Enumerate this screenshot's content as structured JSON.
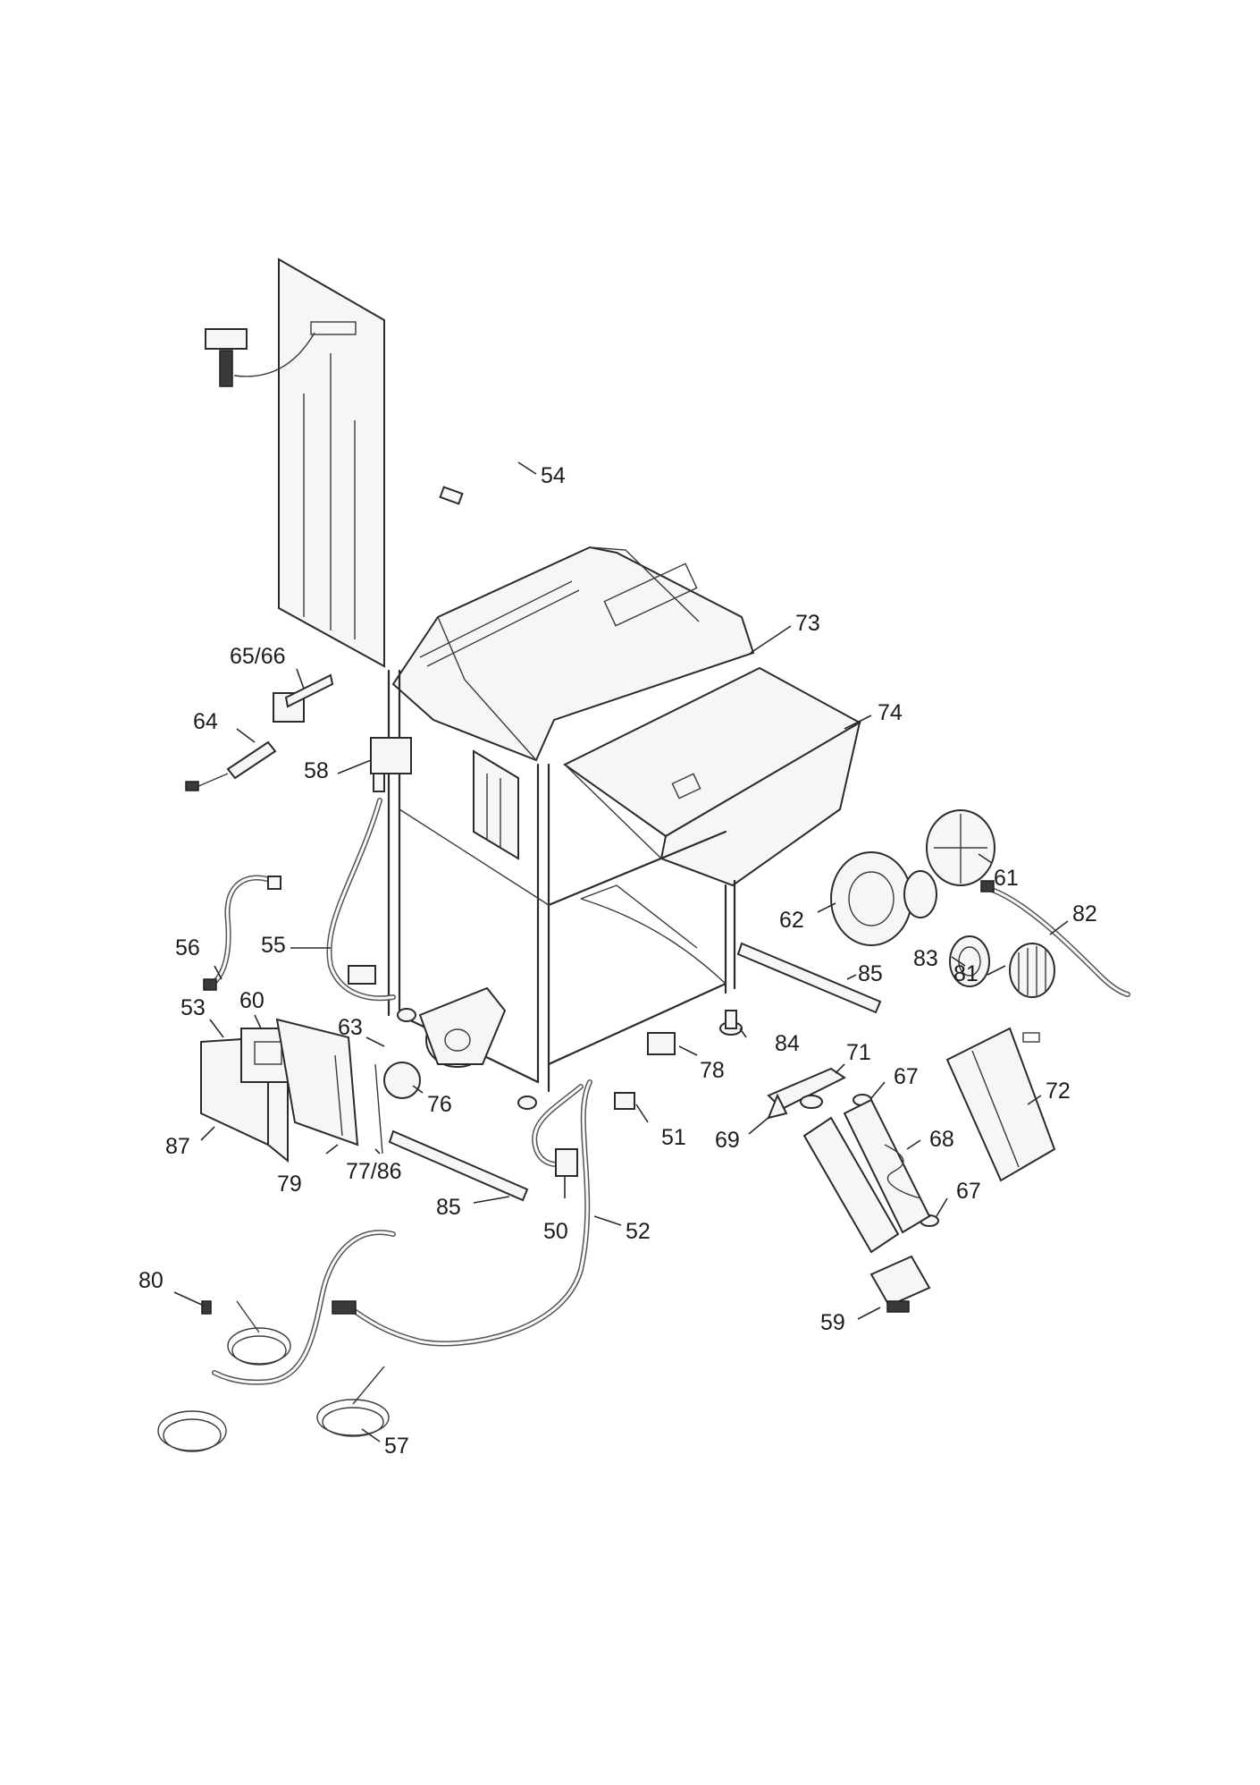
{
  "diagram": {
    "callouts": [
      {
        "id": "c54",
        "text": "54"
      },
      {
        "id": "c73",
        "text": "73"
      },
      {
        "id": "c6566",
        "text": "65/66"
      },
      {
        "id": "c74",
        "text": "74"
      },
      {
        "id": "c64",
        "text": "64"
      },
      {
        "id": "c58",
        "text": "58"
      },
      {
        "id": "c61",
        "text": "61"
      },
      {
        "id": "c82",
        "text": "82"
      },
      {
        "id": "c62",
        "text": "62"
      },
      {
        "id": "c56",
        "text": "56"
      },
      {
        "id": "c55",
        "text": "55"
      },
      {
        "id": "c83",
        "text": "83"
      },
      {
        "id": "c85a",
        "text": "85"
      },
      {
        "id": "c81",
        "text": "81"
      },
      {
        "id": "c53",
        "text": "53"
      },
      {
        "id": "c60",
        "text": "60"
      },
      {
        "id": "c63",
        "text": "63"
      },
      {
        "id": "c84",
        "text": "84"
      },
      {
        "id": "c71",
        "text": "71"
      },
      {
        "id": "c78",
        "text": "78"
      },
      {
        "id": "c67a",
        "text": "67"
      },
      {
        "id": "c72",
        "text": "72"
      },
      {
        "id": "c76",
        "text": "76"
      },
      {
        "id": "c51",
        "text": "51"
      },
      {
        "id": "c69",
        "text": "69"
      },
      {
        "id": "c68",
        "text": "68"
      },
      {
        "id": "c87",
        "text": "87"
      },
      {
        "id": "c7786",
        "text": "77/86"
      },
      {
        "id": "c79",
        "text": "79"
      },
      {
        "id": "c67b",
        "text": "67"
      },
      {
        "id": "c85b",
        "text": "85"
      },
      {
        "id": "c50",
        "text": "50"
      },
      {
        "id": "c52",
        "text": "52"
      },
      {
        "id": "c80",
        "text": "80"
      },
      {
        "id": "c59",
        "text": "59"
      },
      {
        "id": "c57",
        "text": "57"
      }
    ]
  }
}
